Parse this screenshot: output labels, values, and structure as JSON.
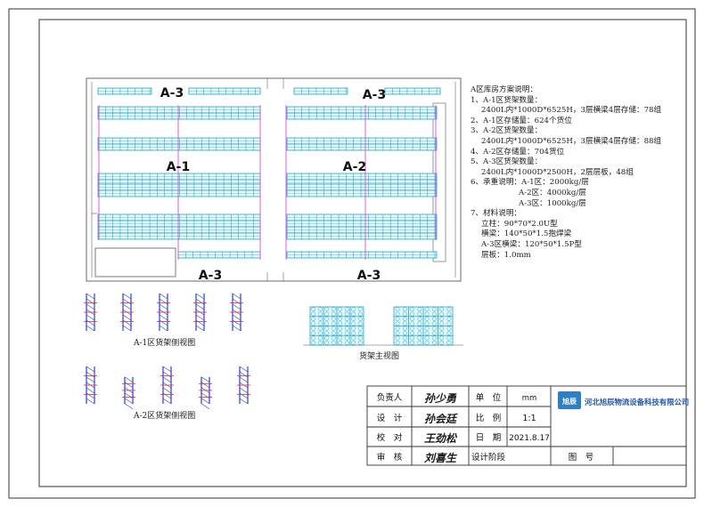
{
  "drawing": {
    "zones": {
      "a3_left_top": "A-3",
      "a3_right_top": "A-3",
      "a1": "A-1",
      "a2": "A-2",
      "a3_left_bottom": "A-3",
      "a3_right_bottom": "A-3"
    },
    "captions": {
      "a1_side": "A-1区货架侧视图",
      "a2_side": "A-2区货架侧视图",
      "main_view": "货架主视图"
    }
  },
  "notes": {
    "title": "A区库房方案说明：",
    "l1": "1、A-1区货架数量：",
    "l1a": "2400L内*1000D*6525H，3层横梁4层存储：78组",
    "l2": "2、A-1区存储量：624个货位",
    "l3": "3、A-2区货架数量：",
    "l3a": "2400L内*1000D*6525H，3层横梁4层存储：88组",
    "l4": "4、A-2区存储量：704货位",
    "l5": "5、A-3区货架数量：",
    "l5a": "2400L内*1000D*2500H，2层层板，48组",
    "l6": "6、承重说明：A-1区：2000kg/层",
    "l6a": "A-2区：4000kg/层",
    "l6b": "A-3区：1000kg/层",
    "l7": "7、材料说明：",
    "l7a": "立柱：90*70*2.0U型",
    "l7b": "横梁：140*50*1.5抱焊梁",
    "l7c": "A-3区横梁：120*50*1.5P型",
    "l7d": "层板：1.0mm"
  },
  "title_block": {
    "responsible_label": "负责人",
    "responsible_sig": "孙少勇",
    "unit_label": "单　位",
    "unit_value": "mm",
    "design_label": "设　计",
    "design_sig": "孙会廷",
    "ratio_label": "比　例",
    "ratio_value": "1:1",
    "check_label": "校　对",
    "check_sig": "王劲松",
    "date_label": "日　期",
    "date_value": "2021.8.17",
    "review_label": "审　核",
    "review_sig": "刘喜生",
    "stage_label": "设计阶段",
    "drawing_no_label": "图　号",
    "company": "河北旭辰物流设备科技有限公司",
    "logo_text": "旭辰"
  },
  "colors": {
    "rack": "#19a6c9",
    "beam_pink": "#d94bd9",
    "side_view": "#2b3fcf",
    "line": "#333333"
  }
}
